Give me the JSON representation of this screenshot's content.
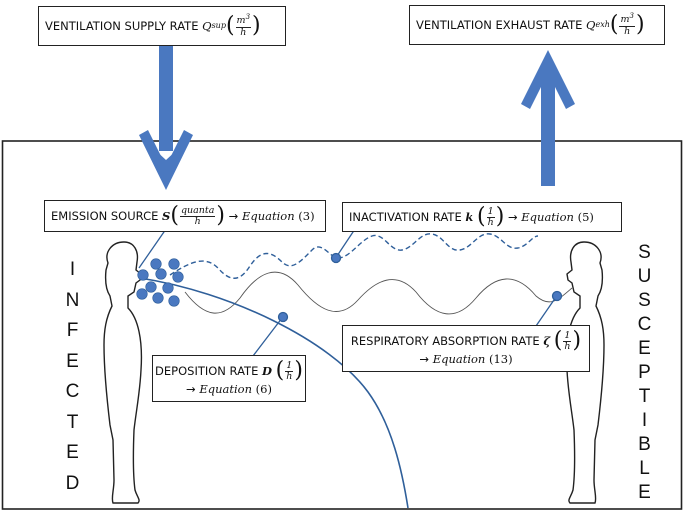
{
  "supply_box": {
    "text": "VENTILATION SUPPLY RATE",
    "symbol": "Q",
    "subscript": "sup",
    "unit_num": "m",
    "unit_sup": "3",
    "unit_den": "h"
  },
  "exhaust_box": {
    "text": "VENTILATION EXHAUST RATE",
    "symbol": "Q",
    "subscript": "exh",
    "unit_num": "m",
    "unit_sup": "3",
    "unit_den": "h"
  },
  "emission_box": {
    "text": "EMISSION SOURCE",
    "symbol": "S",
    "unit_num": "quanta",
    "unit_den": "h",
    "arrow": "→",
    "equation": "Equation",
    "eq_number": "(3)"
  },
  "inactivation_box": {
    "text": "INACTIVATION RATE",
    "symbol": "k",
    "unit_num": "1",
    "unit_den": "h",
    "arrow": "→",
    "equation": "Equation",
    "eq_number": "(5)"
  },
  "deposition_box": {
    "text": "DEPOSITION RATE",
    "symbol": "D",
    "unit_num": "1",
    "unit_den": "h",
    "arrow": "→",
    "equation": "Equation",
    "eq_number": "(6)"
  },
  "absorption_box": {
    "text": "RESPIRATORY ABSORPTION RATE",
    "symbol": "ζ",
    "unit_num": "1",
    "unit_den": "h",
    "arrow": "→",
    "equation": "Equation",
    "eq_number": "(13)"
  },
  "infected_letters": [
    "I",
    "N",
    "F",
    "E",
    "C",
    "T",
    "E",
    "D"
  ],
  "susceptible_letters": [
    "S",
    "U",
    "S",
    "C",
    "E",
    "P",
    "T",
    "I",
    "B",
    "L",
    "E"
  ],
  "colors": {
    "arrow": "#4a78c0",
    "particle": "#4a78c0",
    "line": "#333333",
    "dashed": "#2f5f9a"
  }
}
